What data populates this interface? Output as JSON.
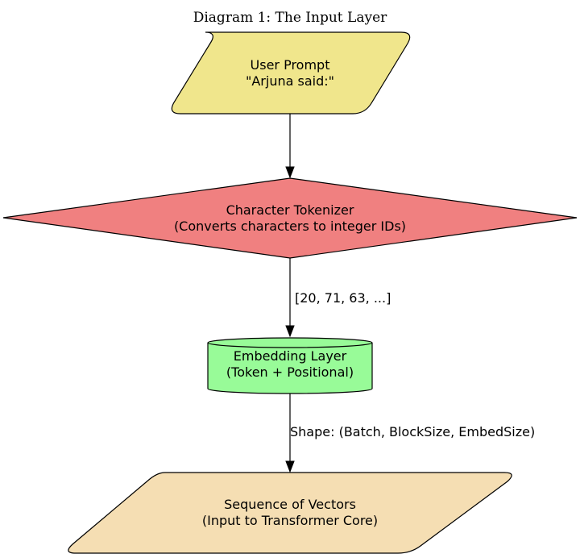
{
  "title": "Diagram 1: The Input Layer",
  "nodes": {
    "user_prompt": {
      "line1": "User Prompt",
      "line2": "\"Arjuna said:\"",
      "fill": "#f0e68c"
    },
    "tokenizer": {
      "line1": "Character Tokenizer",
      "line2": "(Converts characters to integer IDs)",
      "fill": "#f08080"
    },
    "embedding": {
      "line1": "Embedding Layer",
      "line2": "(Token + Positional)",
      "fill": "#98fb98"
    },
    "vectors": {
      "line1": "Sequence of Vectors",
      "line2": "(Input to Transformer Core)",
      "fill": "#f5deb3"
    }
  },
  "edges": {
    "tokenizer_to_embedding": "[20, 71, 63, ...]",
    "embedding_to_vectors": "Shape: (Batch, BlockSize, EmbedSize)"
  }
}
